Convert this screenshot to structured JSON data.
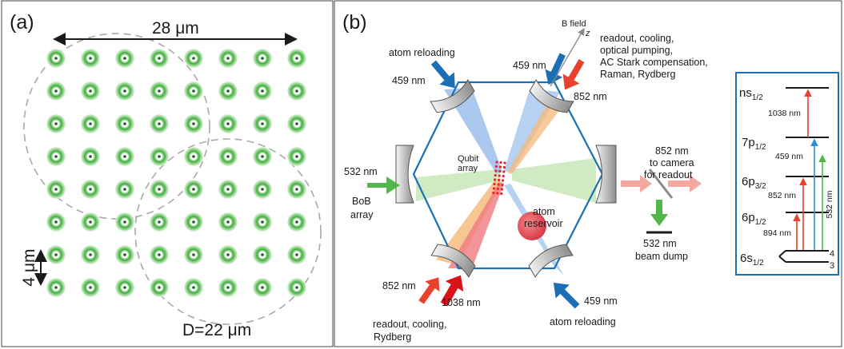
{
  "panel_a": {
    "tag": "(a)",
    "top_dimension": "28 μm",
    "side_dimension": "4 μm",
    "diameter_label": "D=22 μm",
    "grid": {
      "rows": 8,
      "cols": 8,
      "spot_color": "#5cb848"
    }
  },
  "panel_b": {
    "tag": "(b)",
    "b_field": "B field",
    "b_axis": "z",
    "atom_reloading_top": "atom reloading",
    "atom_reloading_bottom": "atom reloading",
    "w459_top_left": "459 nm",
    "w459_top_right": "459 nm",
    "w459_bottom": "459 nm",
    "w852_top": "852 nm",
    "w852_bottom": "852 nm",
    "w1038_bottom": "1038 nm",
    "w532_left": "532 nm",
    "bob_line1": "BoB",
    "bob_line2": "array",
    "qubit_line1": "Qubit",
    "qubit_line2": "array",
    "atom_line1": "atom",
    "atom_line2": "reservoir",
    "readout_lines": [
      "readout, cooling,",
      "optical pumping,",
      "AC Stark compensation,",
      "Raman, Rydberg"
    ],
    "readout_bottom_lines": [
      "readout, cooling,",
      "Rydberg"
    ],
    "camera_lines": [
      "852 nm",
      "to camera",
      "for readout"
    ],
    "dump_lines": [
      "532 nm",
      "beam dump"
    ]
  },
  "levels": {
    "ns": {
      "main": "ns",
      "sub": "1/2"
    },
    "p7": {
      "main": "7p",
      "sub": "1/2"
    },
    "p63": {
      "main": "6p",
      "sub": "3/2"
    },
    "p61": {
      "main": "6p",
      "sub": "1/2"
    },
    "s6": {
      "main": "6s",
      "sub": "1/2"
    },
    "hf_upper": "4",
    "hf_lower": "3",
    "t1038": "1038 nm",
    "t459": "459 nm",
    "t852": "852 nm",
    "t894": "894 nm",
    "t532": "532 nm"
  },
  "colors": {
    "frame": "#1b6fb5",
    "blue_arrow": "#1c6fb7",
    "red_arrow": "#e8412c",
    "orange": "#f0a24a",
    "green": "#52b64a",
    "pink": "#f5a8a0"
  }
}
